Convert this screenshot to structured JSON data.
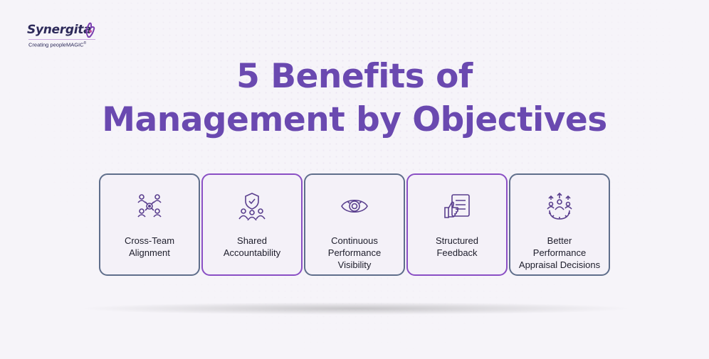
{
  "logo": {
    "name": "Synergita",
    "tagline": "Creating peopleMAGIC",
    "tm": "®"
  },
  "title": {
    "line1": "5 Benefits of",
    "line2": "Management by Objectives"
  },
  "colors": {
    "title": "#6a49b0",
    "border_a": "#5f6e8b",
    "border_b": "#8a4fc4"
  },
  "steps": [
    {
      "icon": "team-network-icon",
      "lines": [
        "Cross-Team",
        "Alignment"
      ]
    },
    {
      "icon": "shield-team-icon",
      "lines": [
        "Shared",
        "Accountability"
      ]
    },
    {
      "icon": "eye-icon",
      "lines": [
        "Continuous",
        "Performance",
        "Visibility"
      ]
    },
    {
      "icon": "thumbs-up-feedback-icon",
      "lines": [
        "Structured",
        "Feedback"
      ]
    },
    {
      "icon": "gear-people-icon",
      "lines": [
        "Better",
        "Performance",
        "Appraisal Decisions"
      ]
    }
  ]
}
